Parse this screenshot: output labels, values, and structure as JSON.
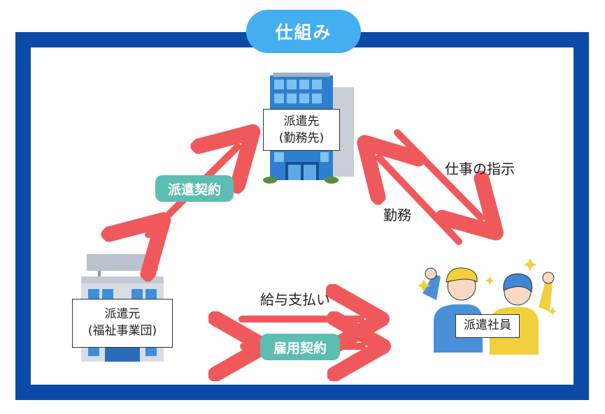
{
  "title": "仕組み",
  "nodes": {
    "client": {
      "line1": "派遣先",
      "line2": "(勤務先)"
    },
    "agency": {
      "line1": "派遣元",
      "line2": "(福祉事業団)"
    },
    "worker": {
      "label": "派遣社員"
    }
  },
  "relations": {
    "dispatch_contract": "派遣契約",
    "employment_contract": "雇用契約",
    "salary_payment": "給与支払い",
    "work_instruction": "仕事の指示",
    "work": "勤務"
  },
  "colors": {
    "frame": "#0b4aa6",
    "title_pill": "#43aef0",
    "arrow": "#f0595c",
    "teal_pill": "#5ebdb1"
  }
}
